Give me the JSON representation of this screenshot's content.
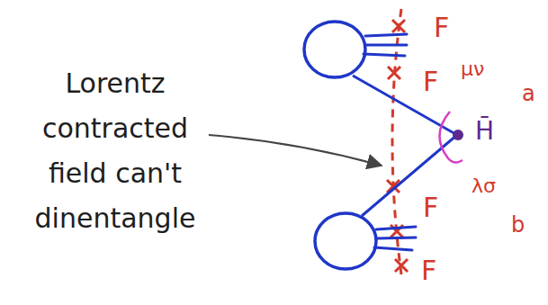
{
  "diagram": {
    "labels": [
      "Lorentz contracted field can't dinentangle",
      "F",
      "F",
      "μν",
      "a",
      "H̄",
      "F",
      "λσ",
      "b",
      "F"
    ]
  }
}
